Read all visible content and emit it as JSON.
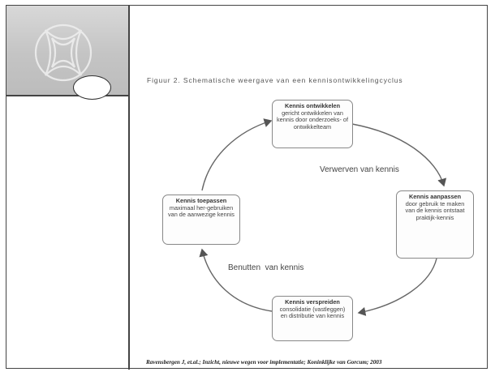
{
  "figure": {
    "title": "Figuur 2. Schematische weergave van een kennisontwikkelingcyclus",
    "nodes": {
      "top": {
        "title": "Kennis ontwikkelen",
        "desc": "gericht ontwikkelen van kennis door onderzoeks- of ontwikkelteam"
      },
      "right": {
        "title": "Kennis aanpassen",
        "desc": "door gebruik te maken van de kennis ontstaat praktijk-kennis"
      },
      "bottom": {
        "title": "Kennis verspreiden",
        "desc": "consolidatie (vastleggen) en distributie van kennis"
      },
      "left": {
        "title": "Kennis toepassen",
        "desc": "maximaal her-gebruiken van de aanwezige kennis"
      }
    },
    "labels": {
      "upper": "Verwerven van kennis",
      "lower": "Benutten  van kennis"
    }
  },
  "citation": "Ravensbergen J, et.al.; Inzicht, nieuwe wegen voor implementatie; Koninklijke van Gorcum; 2003"
}
